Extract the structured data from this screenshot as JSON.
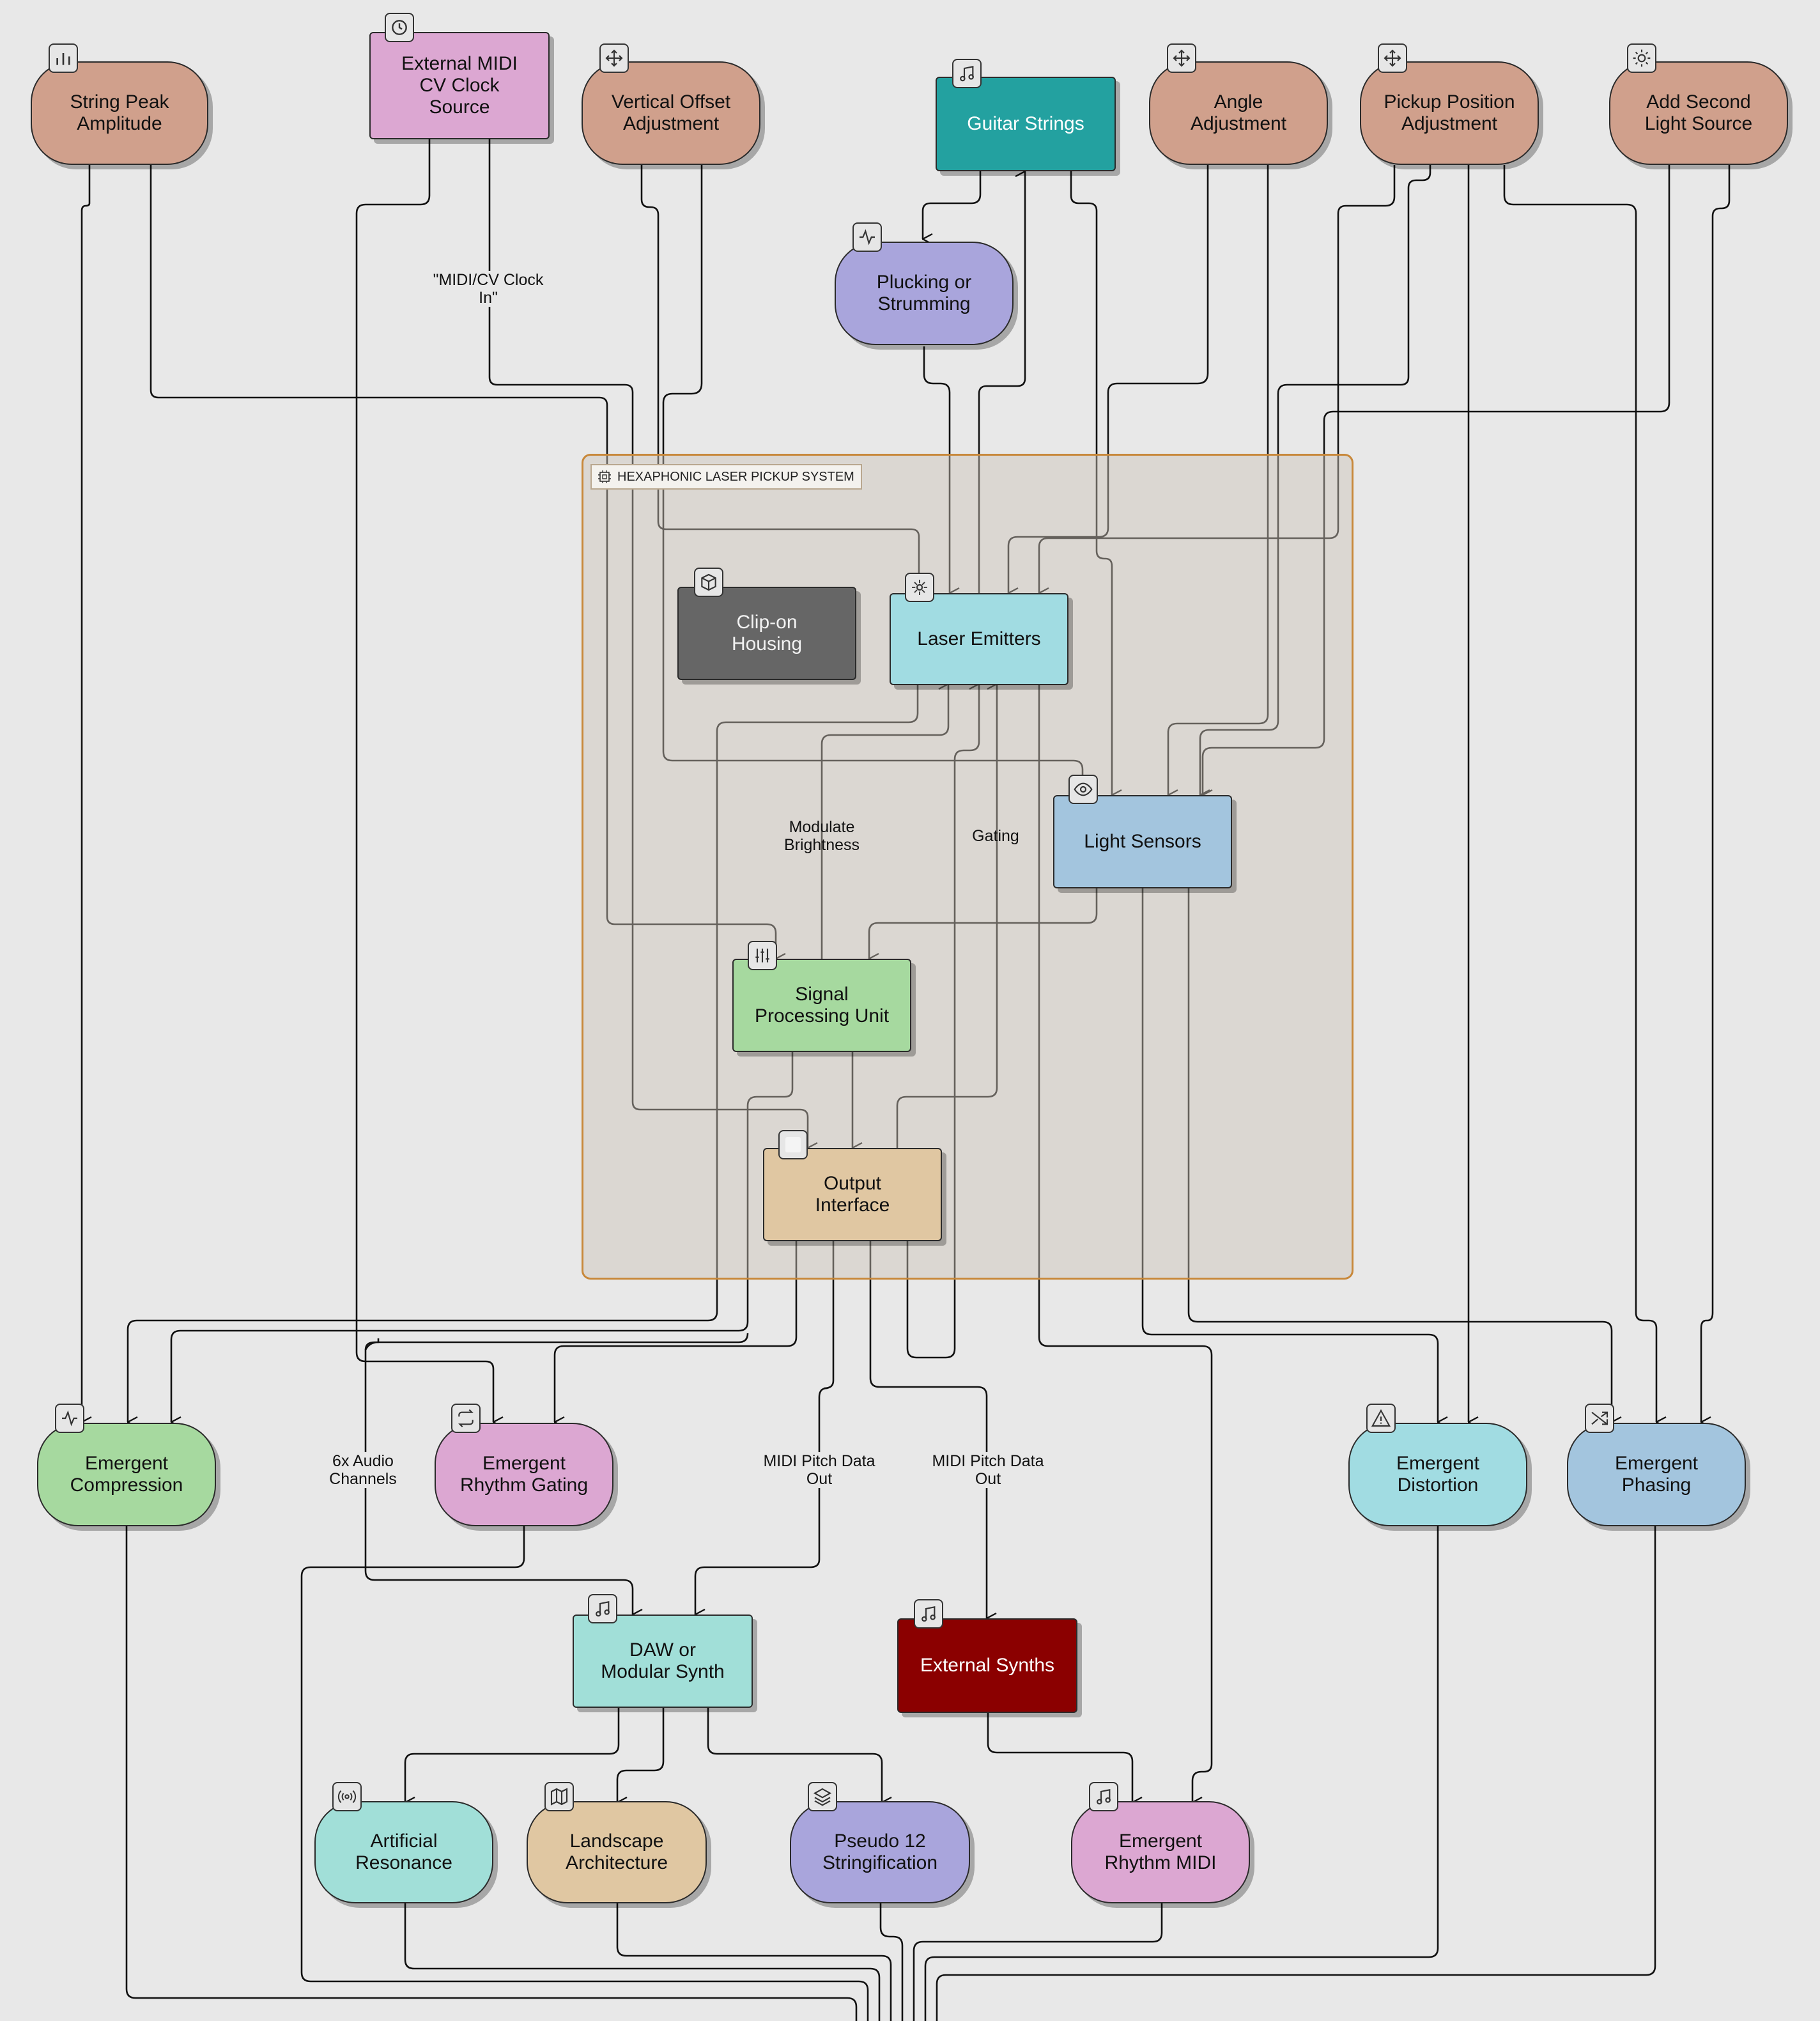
{
  "group": {
    "label": "HEXAPHONIC LASER PICKUP SYSTEM"
  },
  "nodes": {
    "string_peak": {
      "label": "String Peak\nAmplitude",
      "icon": "bar-chart-icon",
      "color": "#d0a08c"
    },
    "midi_clock": {
      "label": "External MIDI\nCV Clock\nSource",
      "icon": "clock-icon",
      "color": "#dca7d2"
    },
    "vertical_offset": {
      "label": "Vertical Offset\nAdjustment",
      "icon": "move-icon",
      "color": "#d0a08c"
    },
    "guitar_strings": {
      "label": "Guitar Strings",
      "icon": "music-note-icon",
      "color": "#23a1a0"
    },
    "angle": {
      "label": "Angle\nAdjustment",
      "icon": "move-icon",
      "color": "#d0a08c"
    },
    "pickup_position": {
      "label": "Pickup Position\nAdjustment",
      "icon": "move-icon",
      "color": "#d0a08c"
    },
    "second_light": {
      "label": "Add Second\nLight Source",
      "icon": "sun-icon",
      "color": "#d0a08c"
    },
    "plucking": {
      "label": "Plucking or\nStrumming",
      "icon": "activity-icon",
      "color": "#a9a5dc"
    },
    "clip_on": {
      "label": "Clip-on\nHousing",
      "icon": "box-icon",
      "color": "#666666"
    },
    "laser_emitters": {
      "label": "Laser Emitters",
      "icon": "laser-icon",
      "color": "#a1dce2"
    },
    "light_sensors": {
      "label": "Light Sensors",
      "icon": "eye-icon",
      "color": "#a3c5de"
    },
    "signal_processing": {
      "label": "Signal\nProcessing Unit",
      "icon": "sliders-icon",
      "color": "#a6d99f"
    },
    "output_interface": {
      "label": "Output\nInterface",
      "icon": "square-icon",
      "color": "#e0c7a2"
    },
    "emergent_compression": {
      "label": "Emergent\nCompression",
      "icon": "activity-icon",
      "color": "#a6d99f"
    },
    "emergent_rhythm_gating": {
      "label": "Emergent\nRhythm Gating",
      "icon": "repeat-icon",
      "color": "#dca7d2"
    },
    "emergent_distortion": {
      "label": "Emergent\nDistortion",
      "icon": "warning-icon",
      "color": "#a1dce2"
    },
    "emergent_phasing": {
      "label": "Emergent\nPhasing",
      "icon": "shuffle-icon",
      "color": "#a3c5de"
    },
    "daw": {
      "label": "DAW or\nModular Synth",
      "icon": "music-note-icon",
      "color": "#a1dfd8"
    },
    "external_synths": {
      "label": "External Synths",
      "icon": "music-note-icon",
      "color": "#8b0000"
    },
    "artificial_resonance": {
      "label": "Artificial\nResonance",
      "icon": "broadcast-icon",
      "color": "#a1dfd8"
    },
    "landscape": {
      "label": "Landscape\nArchitecture",
      "icon": "map-icon",
      "color": "#e0c7a2"
    },
    "pseudo12": {
      "label": "Pseudo 12\nStringification",
      "icon": "layers-icon",
      "color": "#a9a5dc"
    },
    "emergent_rhythm_midi": {
      "label": "Emergent\nRhythm MIDI",
      "icon": "music-note-icon",
      "color": "#dca7d2"
    }
  },
  "edge_labels": {
    "midi_cv_clock_in": "\"MIDI/CV Clock\nIn\"",
    "modulate_brightness": "Modulate\nBrightness",
    "gating": "Gating",
    "six_audio_channels": "6x Audio\nChannels",
    "midi_pitch_out_1": "MIDI Pitch Data\nOut",
    "midi_pitch_out_2": "MIDI Pitch Data\nOut"
  }
}
